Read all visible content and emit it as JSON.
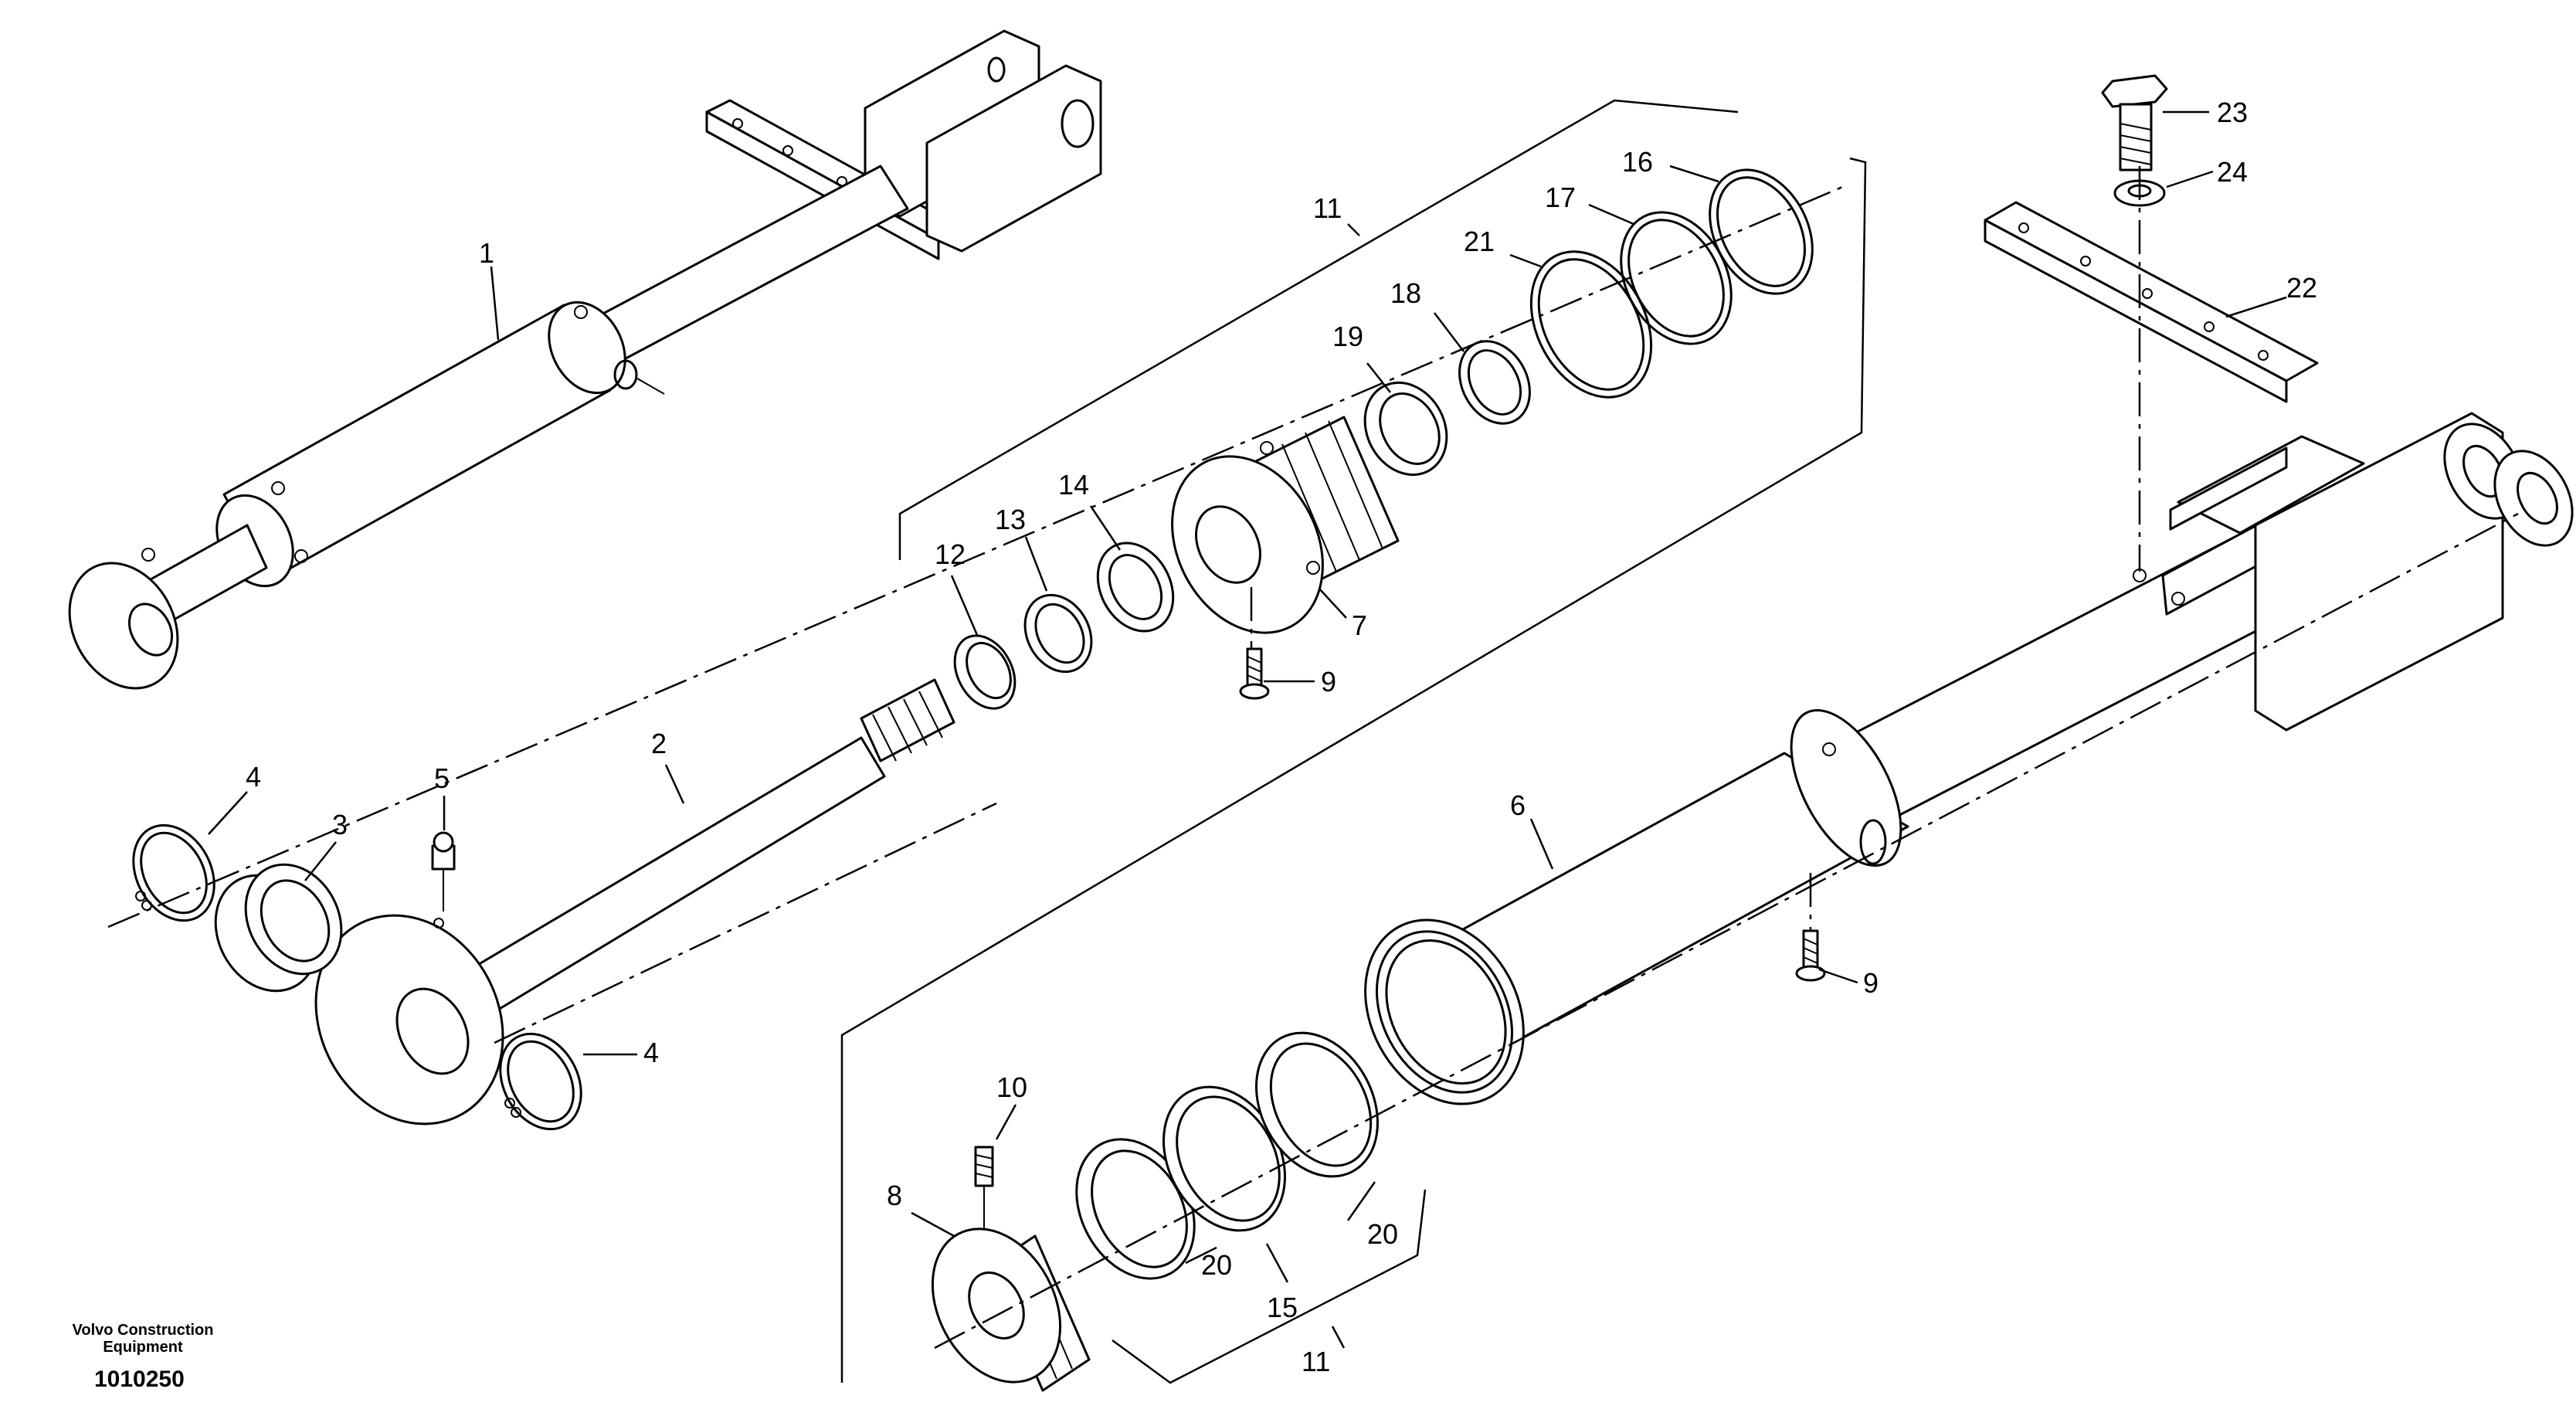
{
  "footer": {
    "brand_line1": "Volvo Construction",
    "brand_line2": "Equipment",
    "drawing_number": "1010250"
  },
  "callouts": [
    {
      "id": "c1",
      "text": "1"
    },
    {
      "id": "c2",
      "text": "2"
    },
    {
      "id": "c3",
      "text": "3"
    },
    {
      "id": "c4a",
      "text": "4"
    },
    {
      "id": "c4b",
      "text": "4"
    },
    {
      "id": "c5",
      "text": "5"
    },
    {
      "id": "c6",
      "text": "6"
    },
    {
      "id": "c7",
      "text": "7"
    },
    {
      "id": "c8",
      "text": "8"
    },
    {
      "id": "c9a",
      "text": "9"
    },
    {
      "id": "c9b",
      "text": "9"
    },
    {
      "id": "c10",
      "text": "10"
    },
    {
      "id": "c11a",
      "text": "11"
    },
    {
      "id": "c11b",
      "text": "11"
    },
    {
      "id": "c12",
      "text": "12"
    },
    {
      "id": "c13",
      "text": "13"
    },
    {
      "id": "c14",
      "text": "14"
    },
    {
      "id": "c15",
      "text": "15"
    },
    {
      "id": "c16",
      "text": "16"
    },
    {
      "id": "c17",
      "text": "17"
    },
    {
      "id": "c18",
      "text": "18"
    },
    {
      "id": "c19",
      "text": "19"
    },
    {
      "id": "c20a",
      "text": "20"
    },
    {
      "id": "c20b",
      "text": "20"
    },
    {
      "id": "c21",
      "text": "21"
    },
    {
      "id": "c22",
      "text": "22"
    },
    {
      "id": "c23",
      "text": "23"
    },
    {
      "id": "c24",
      "text": "24"
    }
  ]
}
